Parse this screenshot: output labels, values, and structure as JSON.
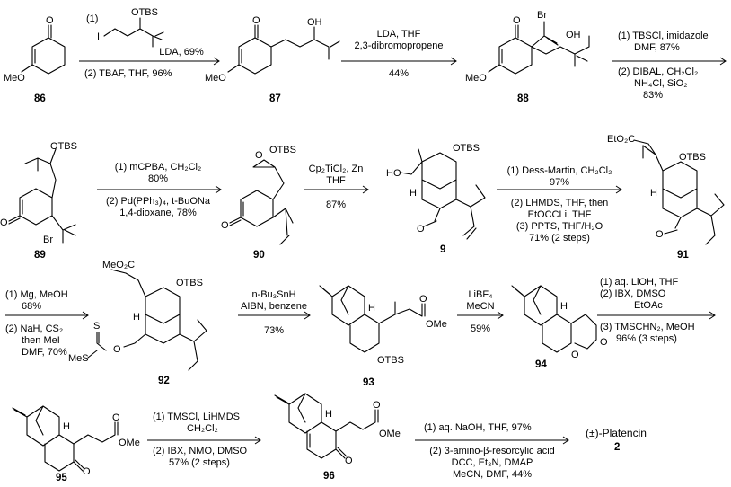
{
  "compounds": [
    {
      "id": "86"
    },
    {
      "id": "87"
    },
    {
      "id": "88"
    },
    {
      "id": "89"
    },
    {
      "id": "90"
    },
    {
      "id": "9"
    },
    {
      "id": "91"
    },
    {
      "id": "92"
    },
    {
      "id": "93"
    },
    {
      "id": "94"
    },
    {
      "id": "95"
    },
    {
      "id": "96"
    },
    {
      "id": "2"
    }
  ],
  "product_name": "(±)-Platencin",
  "atoms": {
    "otbs": "OTBS",
    "oh": "OH",
    "o": "O",
    "meo": "MeO",
    "br": "Br",
    "i": "I",
    "h": "H",
    "ho": "HO",
    "s": "S",
    "mes": "MeS",
    "co2et": "EtO₂C",
    "co2me": "MeO₂C",
    "ome": "OMe",
    "step1": "(1)"
  },
  "steps": [
    {
      "above": [
        "LDA, 69%"
      ],
      "below": [
        "(2) TBAF, THF, 96%"
      ]
    },
    {
      "above": [
        "LDA, THF",
        "2,3-dibromopropene"
      ],
      "below": [
        "44%"
      ]
    },
    {
      "above": [
        "(1) TBSCl, imidazole",
        "DMF, 87%"
      ],
      "below": [
        "(2) DIBAL, CH₂Cl₂",
        "NH₄Cl, SiO₂",
        "83%"
      ]
    },
    {
      "above": [
        "(1) mCPBA, CH₂Cl₂",
        "80%"
      ],
      "below": [
        "(2) Pd(PPh₃)₄, t-BuONa",
        "1,4-dioxane, 78%"
      ]
    },
    {
      "above": [
        "Cp₂TiCl₂, Zn",
        "THF"
      ],
      "below": [
        "87%"
      ]
    },
    {
      "above": [
        "(1) Dess-Martin, CH₂Cl₂",
        "97%"
      ],
      "below": [
        "(2) LHMDS, THF, then",
        "EtOCCLi, THF",
        "(3) PPTS, THF/H₂O",
        "71% (2 steps)"
      ]
    },
    {
      "above": [
        "(1) Mg, MeOH",
        "68%"
      ],
      "below": [
        "(2) NaH, CS₂",
        "then MeI",
        "DMF, 70%"
      ]
    },
    {
      "above": [
        "n-Bu₃SnH",
        "AIBN, benzene"
      ],
      "below": [
        "73%"
      ]
    },
    {
      "above": [
        "LiBF₄",
        "MeCN"
      ],
      "below": [
        "59%"
      ]
    },
    {
      "above": [
        "(1) aq. LiOH, THF",
        "(2) IBX, DMSO",
        "EtOAc"
      ],
      "below": [
        "(3) TMSCHN₂, MeOH",
        "96% (3 steps)"
      ]
    },
    {
      "above": [
        "(1) TMSCl, LiHMDS",
        "CH₂Cl₂"
      ],
      "below": [
        "(2) IBX, NMO, DMSO",
        "57% (2 steps)"
      ]
    },
    {
      "above": [
        "(1) aq. NaOH, THF, 97%"
      ],
      "below": [
        "(2) 3-amino-β-resorcylic acid",
        "DCC, Et₃N, DMAP",
        "MeCN, DMF, 44%"
      ]
    }
  ]
}
